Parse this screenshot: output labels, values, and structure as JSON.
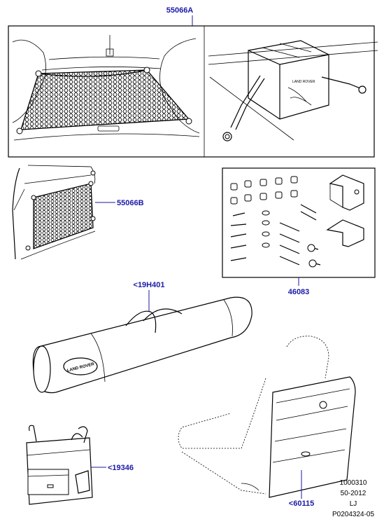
{
  "callouts": {
    "top_net": "55066A",
    "side_net": "55066B",
    "hardware_kit": "46083",
    "ski_bag": "<19H401",
    "cool_bag": "<19346",
    "seat_organiser": "<60115"
  },
  "box_labels": {
    "brand": "LAND ROVER"
  },
  "reference": {
    "line1": "1000310",
    "line2": "50-2012",
    "line3": "LJ",
    "line4": "P0204324-05"
  },
  "colors": {
    "callout": "#1a1aa6",
    "line": "#000000"
  }
}
